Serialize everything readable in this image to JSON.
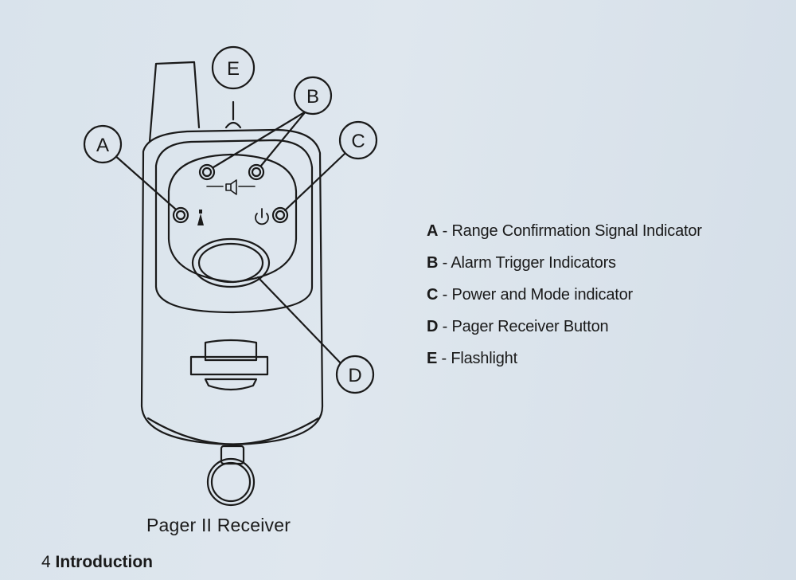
{
  "figure": {
    "callouts": [
      {
        "letter": "A",
        "name": "Range Confirmation Signal Indicator"
      },
      {
        "letter": "B",
        "name": "Alarm Trigger Indicators"
      },
      {
        "letter": "C",
        "name": "Power and Mode indicator"
      },
      {
        "letter": "D",
        "name": "Pager Receiver Button"
      },
      {
        "letter": "E",
        "name": "Flashlight"
      }
    ],
    "legend_separator": " - ",
    "caption": "Pager II Receiver"
  },
  "footer": {
    "page_number": "4",
    "section": "Introduction"
  },
  "colors": {
    "paper": "#dce5ed",
    "ink": "#1a1a1a"
  }
}
